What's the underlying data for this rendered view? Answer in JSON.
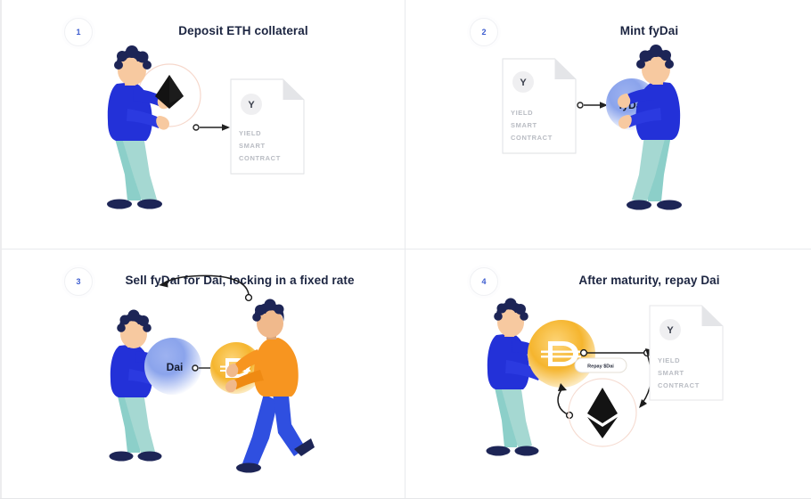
{
  "page": {
    "background": "#ffffff",
    "divider_color": "#e8eaed",
    "title_color": "#1c2541",
    "badge_number_color": "#3c5ccf"
  },
  "panels": [
    {
      "number": "1",
      "title": "Deposit ETH collateral",
      "document": {
        "logo": "Y",
        "line1": "YIELD",
        "line2": "SMART",
        "line3": "CONTRACT"
      },
      "icons": [
        "eth-diamond-icon",
        "person-blue-jacket",
        "arrow-right"
      ],
      "colors": {
        "jacket": "#2331d8",
        "pants": "#8ccfc9",
        "hair": "#1d2556",
        "shoes": "#1d2556",
        "skin": "#f7c9a0",
        "eth": "#131313",
        "halo": "#f6d8cc"
      }
    },
    {
      "number": "2",
      "title": "Mint fyDai",
      "document": {
        "logo": "Y",
        "line1": "YIELD",
        "line2": "SMART",
        "line3": "CONTRACT"
      },
      "token_label": "fyDai",
      "icons": [
        "fydai-sphere-icon",
        "person-blue-jacket",
        "arrow-right"
      ],
      "colors": {
        "jacket": "#2331d8",
        "pants": "#8ccfc9",
        "hair": "#1d2556",
        "sphere": "#6f8ce8"
      }
    },
    {
      "number": "3",
      "title": "Sell fyDai for Dai, locking in a fixed rate",
      "token_label": "Dai",
      "icons": [
        "fydai-sphere-icon",
        "dai-coin-icon",
        "person-blue-jacket",
        "person-orange-jacket",
        "arrow-curve-left",
        "arrow-right"
      ],
      "colors": {
        "jacket_left": "#2331d8",
        "pants_left": "#8ccfc9",
        "jacket_right": "#f79520",
        "pants_right": "#2f4fe0",
        "coin": "#f5b52e",
        "sphere": "#6f8ce8"
      }
    },
    {
      "number": "4",
      "title": "After maturity, repay Dai",
      "chip_label": "Repay $Dai",
      "document": {
        "logo": "Y",
        "line1": "YIELD",
        "line2": "SMART",
        "line3": "CONTRACT"
      },
      "icons": [
        "dai-coin-icon",
        "eth-diamond-icon",
        "person-blue-jacket",
        "arrow-right",
        "arrow-curve-down"
      ],
      "colors": {
        "jacket": "#2331d8",
        "pants": "#8ccfc9",
        "coin": "#f5b52e",
        "eth": "#131313",
        "halo": "#f6d8cc"
      }
    }
  ]
}
